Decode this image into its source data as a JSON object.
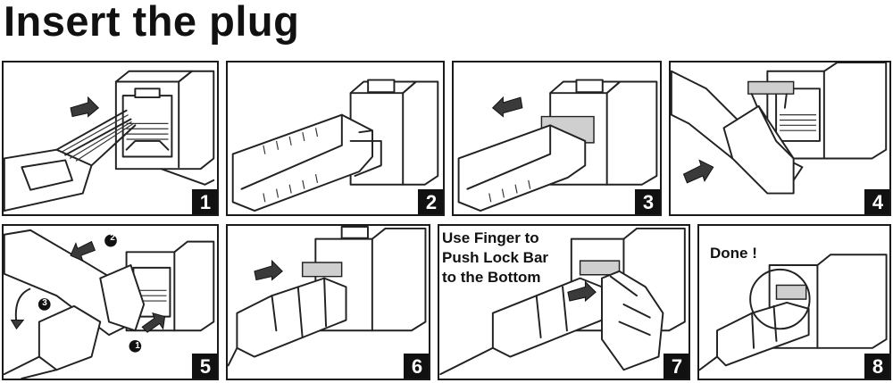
{
  "title": "Insert the plug",
  "steps": [
    {
      "number": "1",
      "caption": ""
    },
    {
      "number": "2",
      "caption": ""
    },
    {
      "number": "3",
      "caption": ""
    },
    {
      "number": "4",
      "caption": ""
    },
    {
      "number": "5",
      "caption": "",
      "markers": [
        "1",
        "2",
        "3"
      ]
    },
    {
      "number": "6",
      "caption": ""
    },
    {
      "number": "7",
      "caption": "Use Finger to\nPush Lock Bar\nto the Bottom"
    },
    {
      "number": "8",
      "caption": "Done !"
    }
  ]
}
